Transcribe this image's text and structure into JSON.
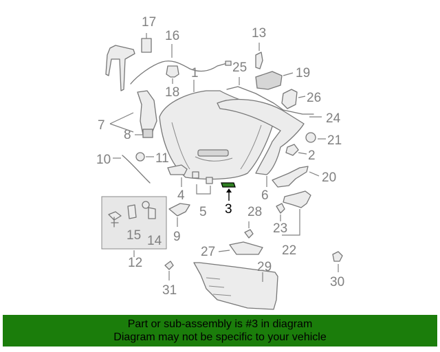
{
  "callouts": {
    "c1": "1",
    "c2": "2",
    "c3": "3",
    "c4": "4",
    "c5": "5",
    "c6": "6",
    "c7": "7",
    "c8": "8",
    "c9": "9",
    "c10": "10",
    "c11": "11",
    "c12": "12",
    "c13": "13",
    "c14": "14",
    "c15": "15",
    "c16": "16",
    "c17": "17",
    "c18": "18",
    "c19": "19",
    "c20": "20",
    "c21": "21",
    "c22": "22",
    "c23": "23",
    "c24": "24",
    "c25": "25",
    "c26": "26",
    "c27": "27",
    "c28": "28",
    "c29": "29",
    "c30": "30",
    "c31": "31"
  },
  "highlighted_part": "3",
  "banner": {
    "line1": "Part or sub-assembly is #3 in diagram",
    "line2": "Diagram may not be specific to your vehicle"
  },
  "colors": {
    "banner_background": "#1b7d0b",
    "highlight_part": "#2f7f22",
    "callout_text": "#808080",
    "highlight_text": "#000000"
  }
}
